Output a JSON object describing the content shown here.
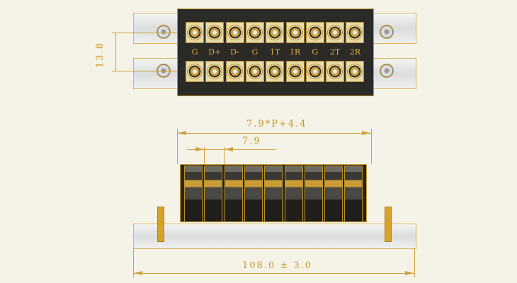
{
  "top_view": {
    "terminal_labels": [
      "G",
      "D+",
      "D-",
      "G",
      "1T",
      "1R",
      "G",
      "2T",
      "2R"
    ],
    "row_spacing_dim": "13.8"
  },
  "front_view": {
    "overall_width_formula": "7.9*P+4.4",
    "pitch_dim": "7.9",
    "total_length_dim": "108.0 ± 3.0",
    "terminal_count": 9
  },
  "colors": {
    "background": "#f5f2e8",
    "dimension": "#c8961e",
    "block": "#2b2a26"
  }
}
